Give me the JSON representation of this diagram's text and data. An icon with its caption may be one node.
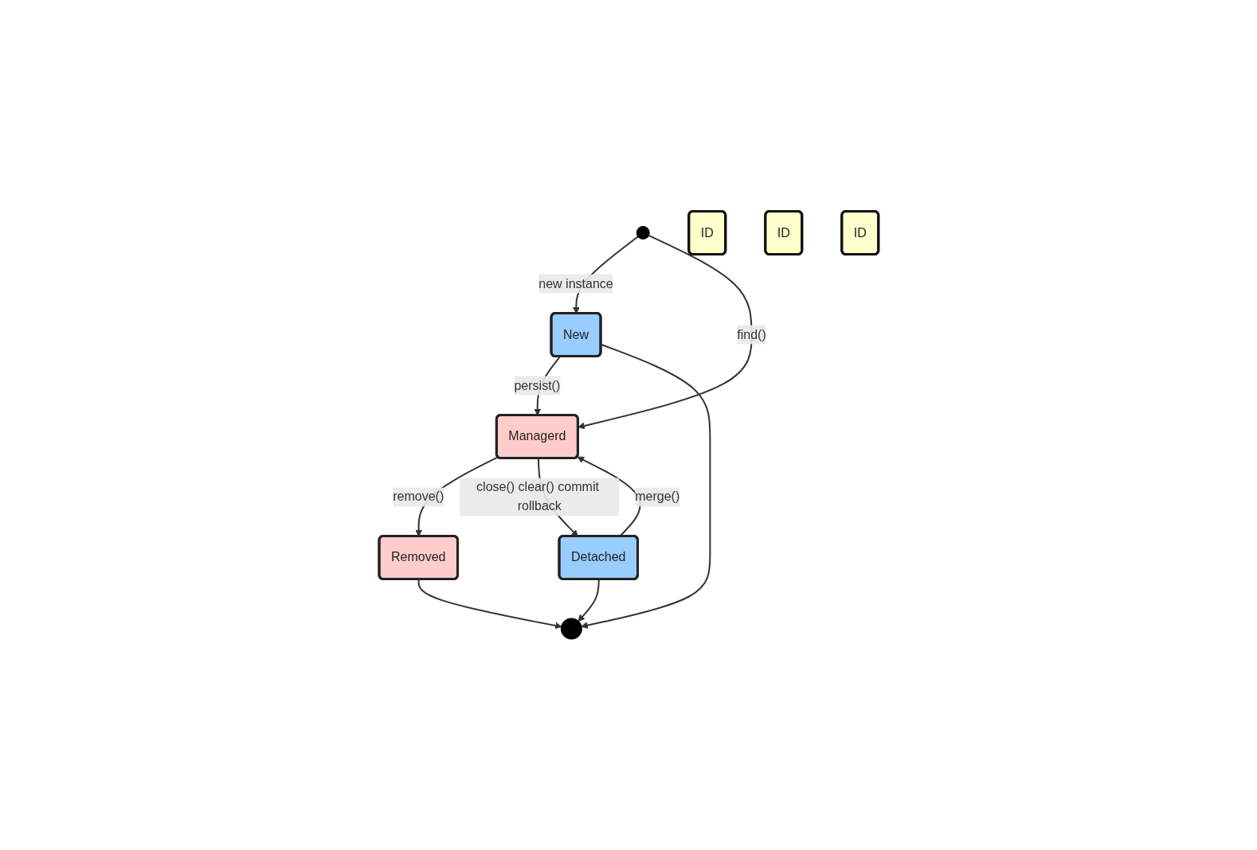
{
  "diagram": {
    "nodes": [
      {
        "text": [],
        "shape": "circle"
      },
      {
        "text": [
          "New"
        ]
      },
      {
        "text": [
          "Managerd"
        ]
      },
      {
        "text": [
          "ID"
        ]
      },
      {
        "text": [
          "Removed"
        ]
      },
      {
        "text": [
          "ID"
        ]
      },
      {
        "text": [
          "Detached"
        ]
      },
      {
        "text": [
          "ID"
        ]
      },
      {
        "text": [],
        "shape": "circle"
      }
    ],
    "edges": [
      {
        "from": 0,
        "to": 1,
        "arrow": "to",
        "label": "new instance"
      },
      {
        "from": 0,
        "to": 2,
        "arrow": "to",
        "label": "find()"
      },
      {
        "from": 1,
        "to": 2,
        "arrow": "to",
        "label": "persist()"
      },
      {
        "from": 2,
        "to": 4,
        "arrow": "to",
        "label": "remove()"
      },
      {
        "from": 2,
        "to": 6,
        "arrow": "to",
        "label": "close() clear() commit rollback"
      },
      {
        "from": 6,
        "to": 2,
        "arrow": "to",
        "label": "merge()"
      },
      {
        "from": 4,
        "to": 8,
        "arrow": "to"
      },
      {
        "from": 1,
        "to": 8,
        "arrow": "to"
      },
      {
        "from": 6,
        "to": 8,
        "arrow": "to"
      }
    ]
  }
}
